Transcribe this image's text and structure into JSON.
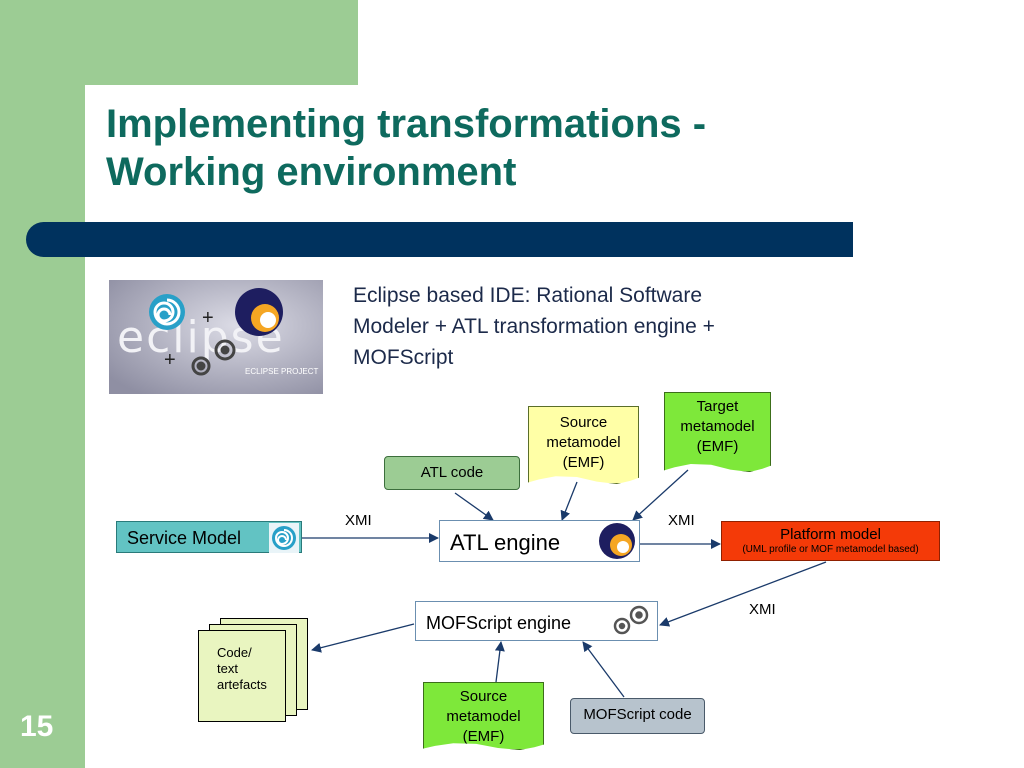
{
  "slide": {
    "title_line1": "Implementing transformations -",
    "title_line2": "Working environment",
    "number": "15",
    "description": "Eclipse based IDE: Rational Software Modeler + ATL transformation engine + MOFScript"
  },
  "logo": {
    "text": "eclipse",
    "subtext": "ECLIPSE PROJECT",
    "plus": "+"
  },
  "colors": {
    "sidebar_green": "#9ccc94",
    "title_teal": "#0e6a5e",
    "navy_bar": "#00325e",
    "yellow_doc": "#ffffa6",
    "green_doc": "#7ee83a",
    "platform_red": "#f43a08",
    "service_teal": "#62c3c3"
  },
  "diagram": {
    "service_model": "Service Model",
    "atl_engine": "ATL engine",
    "atl_code": "ATL code",
    "source_metamodel_top": [
      "Source",
      "metamodel",
      "(EMF)"
    ],
    "target_metamodel": [
      "Target",
      "metamodel",
      "(EMF)"
    ],
    "platform_model_title": "Platform model",
    "platform_model_sub": "(UML profile or MOF metamodel based)",
    "mofscript_engine": "MOFScript engine",
    "code_artefacts": [
      "Code/",
      "text",
      "artefacts"
    ],
    "source_metamodel_bottom": [
      "Source",
      "metamodel",
      "(EMF)"
    ],
    "mofscript_code": "MOFScript code",
    "xmi_left": "XMI",
    "xmi_right": "XMI",
    "xmi_lower": "XMI"
  },
  "icons": {
    "eclipse": "eclipse-swirl-icon",
    "atl": "atl-moon-icon",
    "mofscript": "gears-icon"
  }
}
